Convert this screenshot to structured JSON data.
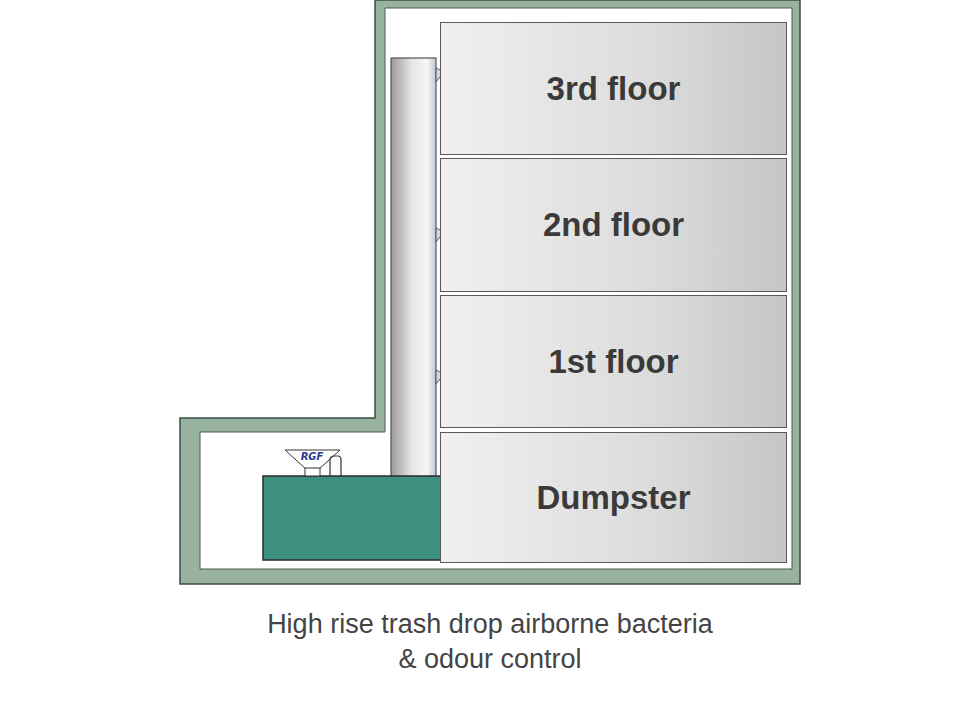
{
  "diagram": {
    "caption": "High rise trash drop airborne bacteria & odour control",
    "nodes": [
      {
        "text": [
          "3rd floor"
        ]
      },
      {
        "text": [
          "2nd floor"
        ]
      },
      {
        "text": [
          "1st floor"
        ]
      },
      {
        "text": [
          "Dumpster"
        ]
      }
    ],
    "labels": [
      "RGF"
    ]
  }
}
